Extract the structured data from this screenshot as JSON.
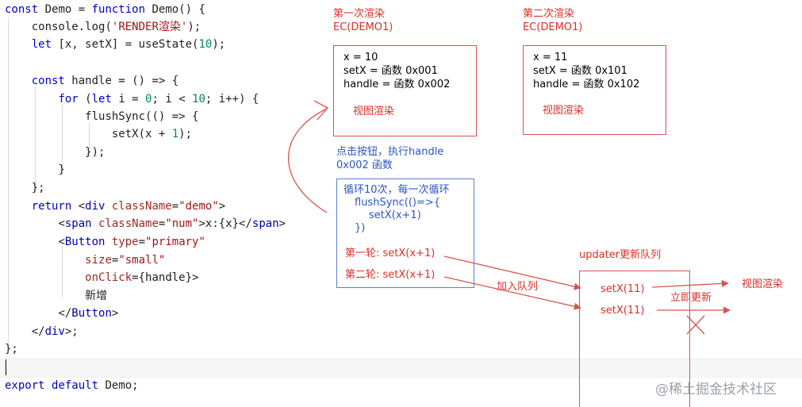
{
  "code": {
    "l1": {
      "a": "const",
      "b": " Demo = ",
      "c": "function",
      "d": " Demo() {"
    },
    "l2": {
      "a": "console",
      "b": ".log(",
      "c": "'RENDER渲染'",
      "d": ");"
    },
    "l3": {
      "a": "let",
      "b": " [x, setX] = useState(",
      "c": "10",
      "d": ");"
    },
    "l4": {
      "a": "const",
      "b": " handle = () => {"
    },
    "l5": {
      "a": "for",
      "b": " (",
      "c": "let",
      "d": " i = ",
      "e": "0",
      "f": "; i < ",
      "g": "10",
      "h": "; i++) {"
    },
    "l6": "flushSync(() => {",
    "l7": {
      "a": "setX(x + ",
      "b": "1",
      "c": ");"
    },
    "l8": "});",
    "l9": "}",
    "l10": "};",
    "l11": {
      "a": "return",
      "b": " <",
      "c": "div",
      "d": " className",
      "e": "=",
      "f": "\"demo\"",
      "g": ">"
    },
    "l12": {
      "a": "<",
      "b": "span",
      "c": " className",
      "d": "=",
      "e": "\"num\"",
      "f": ">x:{x}</",
      "g": "span",
      "h": ">"
    },
    "l13": {
      "a": "<",
      "b": "Button",
      "c": " type",
      "d": "=",
      "e": "\"primary\""
    },
    "l14": {
      "a": "size",
      "b": "=",
      "c": "\"small\""
    },
    "l15": {
      "a": "onClick",
      "b": "={handle}>"
    },
    "l16": "新增",
    "l17": {
      "a": "</",
      "b": "Button",
      "c": ">"
    },
    "l18": {
      "a": "</",
      "b": "div",
      "c": ">;"
    },
    "l19": "};",
    "l20": {
      "a": "export",
      "b": " ",
      "c": "default",
      "d": " Demo;"
    }
  },
  "diagram": {
    "ec1": {
      "title1": "第一次渲染",
      "title2": "EC(DEMO1)",
      "x": "x = 10",
      "setx": "setX = 函数 0x001",
      "handle": "handle = 函数 0x002",
      "view": "视图渲染"
    },
    "ec2": {
      "title1": "第二次渲染",
      "title2": "EC(DEMO1)",
      "x": "x = 11",
      "setx": "setX = 函数 0x101",
      "handle": "handle = 函数 0x102",
      "view": "视图渲染"
    },
    "click": {
      "line1": "点击按钮，执行handle",
      "line2": "0x002 函数"
    },
    "loop": {
      "l1": "循环10次，每一次循环",
      "l2": "flushSync(()=>{",
      "l3": "setX(x+1)",
      "l4": "})",
      "round1": "第一轮: setX(x+1)",
      "round2": "第二轮: setX(x+1)"
    },
    "queue": {
      "title": "updater更新队列",
      "item1": "setX(11)",
      "item2": "setX(11)",
      "join": "加入队列",
      "immediate": "立即更新",
      "view": "视图渲染"
    }
  },
  "watermark": "@稀土掘金技术社区",
  "colors": {
    "annotation": "#d93025",
    "flow": "#2c55c4",
    "keyword": "#0000cc",
    "string": "#a31515",
    "number": "#098658"
  }
}
